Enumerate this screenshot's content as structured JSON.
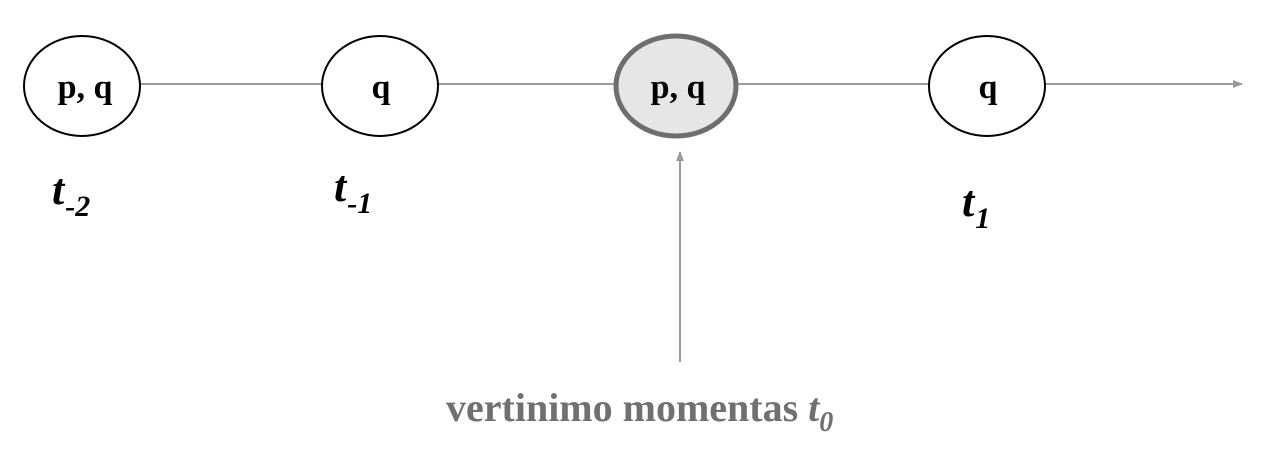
{
  "timeline": {
    "states": [
      {
        "id": "t-2",
        "label": "p, q",
        "highlighted": false
      },
      {
        "id": "t-1",
        "label": "q",
        "highlighted": false
      },
      {
        "id": "t0",
        "label": "p, q",
        "highlighted": true
      },
      {
        "id": "t1",
        "label": "q",
        "highlighted": false
      }
    ],
    "time_labels": [
      {
        "base": "t",
        "sub": "-2"
      },
      {
        "base": "t",
        "sub": "-1"
      },
      {
        "base": "t",
        "sub": "1"
      }
    ],
    "caption": {
      "text": "vertinimo momentas",
      "t_base": "t",
      "t_sub": "0"
    }
  },
  "colors": {
    "node_stroke": "#000000",
    "highlight_fill": "#e6e6e6",
    "highlight_stroke": "#6e6e6e",
    "line": "#9a9a9a",
    "caption_text": "#707070"
  }
}
